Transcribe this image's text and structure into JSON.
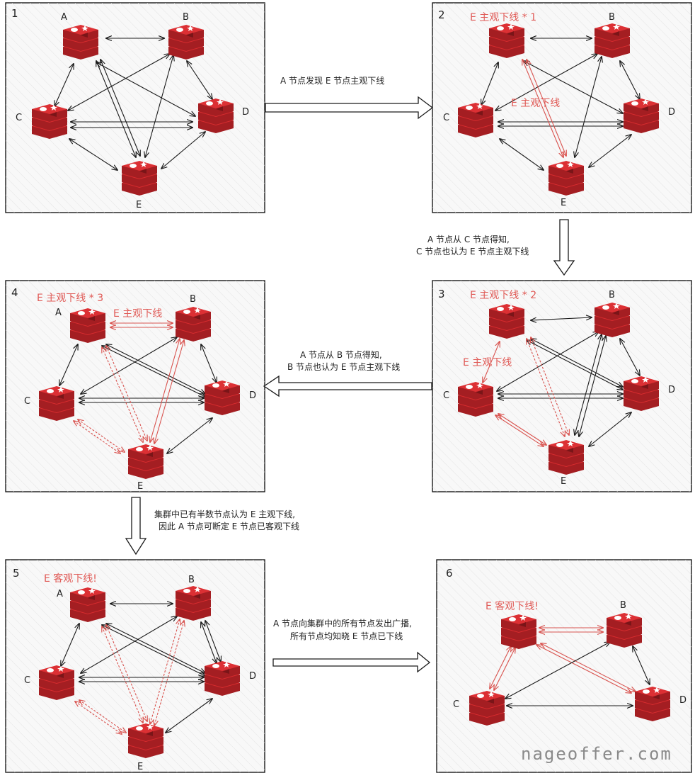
{
  "colors": {
    "accent_red": "#e05a56",
    "redis_red": "#c9252b",
    "ink": "#1a1a1a"
  },
  "panels": [
    {
      "step": "1",
      "node_labels": {
        "A": "A",
        "B": "B",
        "C": "C",
        "D": "D",
        "E": "E"
      },
      "notes": []
    },
    {
      "step": "2",
      "node_labels": {
        "B": "B",
        "C": "C",
        "D": "D",
        "E": "E"
      },
      "notes": [
        "E 主观下线 * 1",
        "E 主观下线"
      ]
    },
    {
      "step": "3",
      "node_labels": {
        "B": "B",
        "C": "C",
        "D": "D",
        "E": "E"
      },
      "notes": [
        "E 主观下线 * 2",
        "E 主观下线"
      ]
    },
    {
      "step": "4",
      "node_labels": {
        "A": "A",
        "B": "B",
        "C": "C",
        "D": "D",
        "E": "E"
      },
      "notes": [
        "E 主观下线 * 3",
        "E 主观下线"
      ]
    },
    {
      "step": "5",
      "node_labels": {
        "A": "A",
        "B": "B",
        "C": "C",
        "D": "D",
        "E": "E"
      },
      "notes": [
        "E 客观下线!"
      ]
    },
    {
      "step": "6",
      "node_labels": {
        "B": "B",
        "C": "C",
        "D": "D"
      },
      "notes": [
        "E 客观下线!"
      ]
    }
  ],
  "transitions": [
    {
      "lines": [
        "A 节点发现 E 节点主观下线"
      ]
    },
    {
      "lines": [
        "A 节点从 C 节点得知,",
        "C 节点也认为 E 节点主观下线"
      ]
    },
    {
      "lines": [
        "A 节点从 B 节点得知,",
        "B 节点也认为 E 节点主观下线"
      ]
    },
    {
      "lines": [
        "集群中已有半数节点认为 E 主观下线,",
        "因此 A 节点可断定 E 节点已客观下线"
      ]
    },
    {
      "lines": [
        "A 节点向集群中的所有节点发出广播,",
        "所有节点均知晓 E 节点已下线"
      ]
    }
  ],
  "watermark": "nageoffer.com",
  "icons": [
    "redis-icon"
  ]
}
